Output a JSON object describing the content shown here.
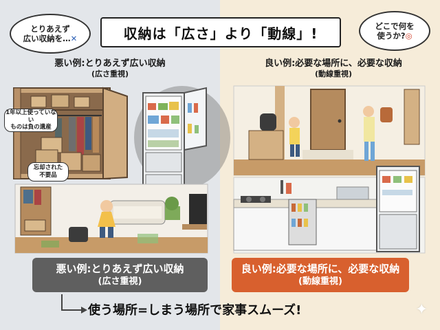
{
  "title": "収納は「広さ」より「動線」!",
  "bad": {
    "bubble_line1": "とりあえず",
    "bubble_line2": "広い収納を…",
    "bubble_mark": "✕",
    "label": "悪い例:とりあえず広い収納",
    "sublabel": "(広さ重視)",
    "note_unused_line1": "1年以上使っていない",
    "note_unused_line2": "ものは負の遺産",
    "note_forgotten_line1": "忘却された",
    "note_forgotten_line2": "不要品",
    "caption_main": "悪い例:とりあえず広い収納",
    "caption_sub": "(広さ重視)"
  },
  "good": {
    "bubble_line1": "どこで何を",
    "bubble_line2": "使うか?",
    "bubble_mark": "◎",
    "label": "良い例:必要な場所に、必要な収納",
    "sublabel": "(動線重視)",
    "caption_main": "良い例:必要な場所に、必要な収納",
    "caption_sub": "(動線重視)"
  },
  "tagline": "使う場所=しまう場所で家事スムーズ!",
  "colors": {
    "bad_panel": "#e3e6ea",
    "good_panel": "#f6ecd9",
    "bad_caption": "#5f5f5f",
    "good_caption": "#d8602e"
  },
  "icons": [
    "arrow-right-icon",
    "sparkle-icon"
  ]
}
